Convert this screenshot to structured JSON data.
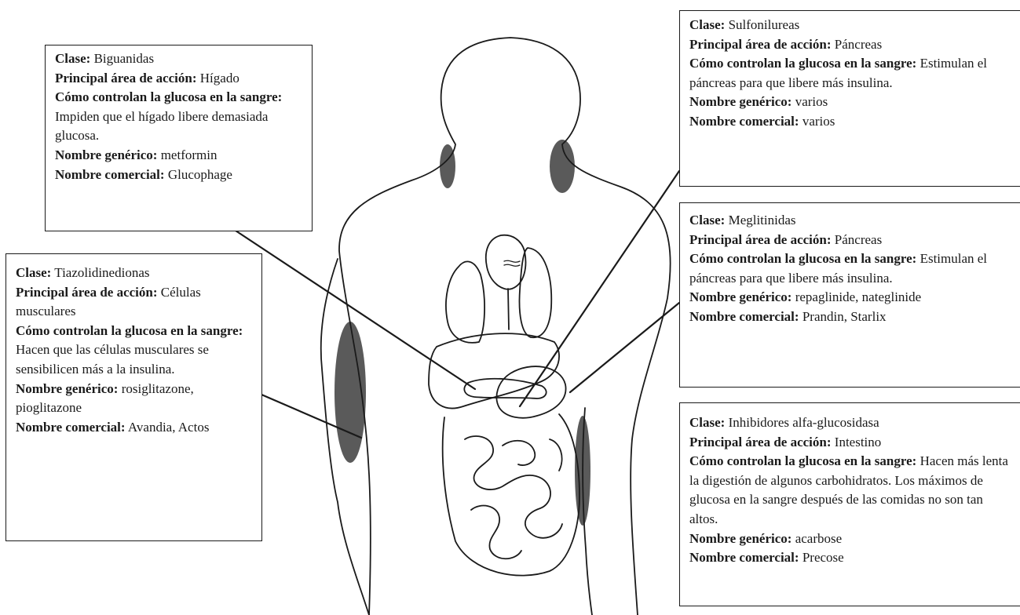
{
  "drug_classes": [
    {
      "id": "biguanidas",
      "rows": [
        {
          "label": "Clase:",
          "value": "Biguanidas"
        },
        {
          "label": "Principal área de acción:",
          "value": "Hígado"
        },
        {
          "label": "Cómo controlan la glucosa en la sangre:",
          "value": "Impiden que el hígado libere demasiada glucosa."
        },
        {
          "label": "Nombre genérico:",
          "value": "metformin"
        },
        {
          "label": "Nombre comercial:",
          "value": "Glucophage"
        }
      ]
    },
    {
      "id": "tiazolidinedionas",
      "rows": [
        {
          "label": "Clase:",
          "value": "Tiazolidinedionas"
        },
        {
          "label": "Principal área de acción:",
          "value": "Células musculares"
        },
        {
          "label": "Cómo controlan la glucosa en la sangre:",
          "value": "Hacen que las células musculares se sensibilicen más a la insulina."
        },
        {
          "label": "Nombre genérico:",
          "value": "rosiglitazone, pioglitazone"
        },
        {
          "label": "Nombre comercial:",
          "value": "Avandia, Actos"
        }
      ]
    },
    {
      "id": "sulfonilureas",
      "rows": [
        {
          "label": "Clase:",
          "value": "Sulfonilureas"
        },
        {
          "label": "Principal área de acción:",
          "value": "Páncreas"
        },
        {
          "label": "Cómo controlan la glucosa en la sangre:",
          "value": "Estimulan el páncreas para que libere más insulina."
        },
        {
          "label": "Nombre genérico:",
          "value": "varios"
        },
        {
          "label": "Nombre comercial:",
          "value": "varios"
        }
      ]
    },
    {
      "id": "meglitinidas",
      "rows": [
        {
          "label": "Clase:",
          "value": "Meglitinidas"
        },
        {
          "label": "Principal área de acción:",
          "value": "Páncreas"
        },
        {
          "label": "Cómo controlan la glucosa en la sangre:",
          "value": "Estimulan el páncreas para que libere más insulina."
        },
        {
          "label": "Nombre genérico:",
          "value": "repaglinide, nateglinide"
        },
        {
          "label": "Nombre comercial:",
          "value": "Prandin, Starlix"
        }
      ]
    },
    {
      "id": "inhibidores",
      "rows": [
        {
          "label": "Clase:",
          "value": "Inhibidores alfa-glucosidasa"
        },
        {
          "label": "Principal área de acción:",
          "value": "Intestino"
        },
        {
          "label": "Cómo controlan la glucosa en la sangre:",
          "value": "Hacen más lenta la digestión de algunos carbohidratos. Los máximos de glucosa en la sangre después de las comidas no son tan altos."
        },
        {
          "label": "Nombre genérico:",
          "value": "acarbose"
        },
        {
          "label": "Nombre comercial:",
          "value": "Precose"
        }
      ]
    }
  ]
}
